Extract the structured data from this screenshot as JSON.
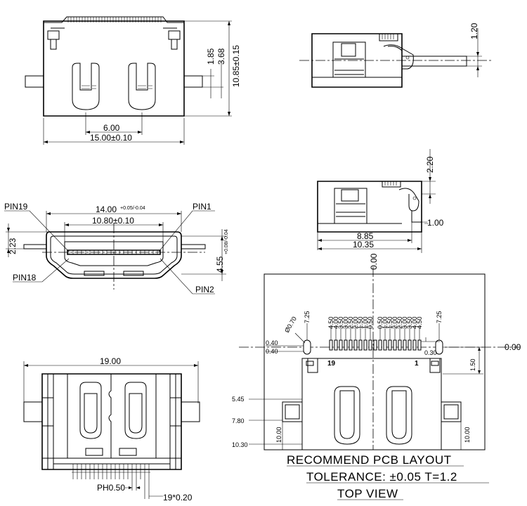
{
  "top_view": {
    "dims": {
      "h1": "1.85",
      "h2": "3.68",
      "h3": "10.85±0.15",
      "w1": "6.00",
      "w2": "15.00±0.10"
    }
  },
  "side_view_top": {
    "dims": {
      "h": "1.20"
    }
  },
  "front_view": {
    "pin_labels": {
      "pin19": "PIN19",
      "pin1": "PIN1",
      "pin18": "PIN18",
      "pin2": "PIN2"
    },
    "dims": {
      "w_outer": "14.00",
      "w_outer_tol": "+0.05/-0.04",
      "w_inner": "10.80±0.10",
      "h_left": "2.23",
      "h_right": "4.55",
      "h_right_tol": "+0.08/-0.04"
    }
  },
  "side_view_bottom": {
    "dims": {
      "h": "2.20",
      "w1": "8.85",
      "w2": "10.35",
      "d1": "1.00"
    }
  },
  "bottom_view": {
    "dims": {
      "width": "19.00",
      "pitch": "PH0.50",
      "pins": "19*0.20"
    }
  },
  "pcb_layout": {
    "origin_x": "0.00",
    "origin_y": "0.00",
    "pad_labels_left": [
      "4.50",
      "4.00",
      "3.50",
      "3.00",
      "2.50",
      "2.00",
      "1.50",
      "1.00",
      "0.50"
    ],
    "pad_labels_right": [
      "0.50",
      "1.00",
      "1.50",
      "2.00",
      "2.50",
      "3.00",
      "3.50",
      "4.00",
      "4.50"
    ],
    "dims": {
      "left_725": "7.25",
      "right_725": "7.25",
      "hole": "Ø0.70",
      "d040a": "0.40",
      "d040b": "0.40",
      "d030": "0.30",
      "d150": "1.50",
      "d545": "5.45",
      "d780": "7.80",
      "d1030": "10.30",
      "d1000a": "10.00",
      "d1000b": "10.00"
    },
    "pin_marks": {
      "left": "19",
      "right": "1"
    }
  },
  "notes": {
    "line1": "RECOMMEND  PCB  LAYOUT",
    "line2": "TOLERANCE:  ±0.05  T=1.2",
    "line3": "TOP  VIEW"
  }
}
